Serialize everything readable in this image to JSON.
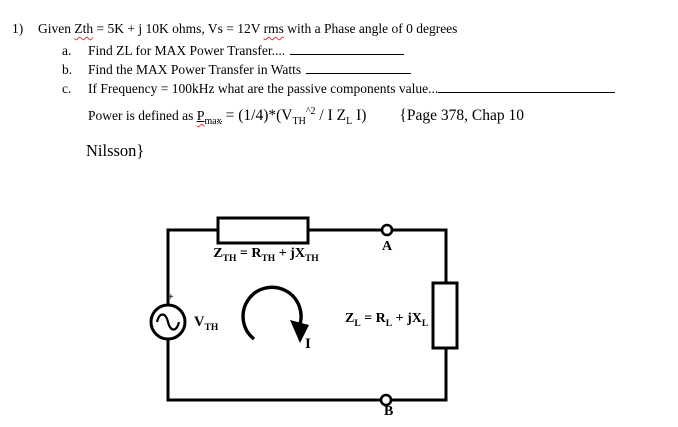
{
  "page": {
    "background": "#ffffff",
    "text_color": "#000000",
    "squiggle_color": "#ee3333"
  },
  "problem": {
    "number": "1)",
    "given": {
      "pre": "Given ",
      "zth_misspelled": "Zth",
      "mid": " = 5K + j 10K ohms, Vs = 12V ",
      "rms_misspelled": "rms",
      "post": " with a Phase angle of 0 degrees"
    },
    "items": [
      {
        "letter": "a.",
        "text": "Find ZL for MAX Power Transfer...."
      },
      {
        "letter": "b.",
        "text": "Find the MAX Power Transfer in Watts"
      },
      {
        "letter": "c.",
        "text": "If Frequency = 100kHz what are the passive components value..."
      }
    ],
    "formula": {
      "lead": "Power is defined as ",
      "pmax_base": "P",
      "pmax_sub": "max",
      "eq1": " = (1/4)*(V",
      "vth_sub": "TH",
      "power_sup": "^2",
      "eq2": " / I Z",
      "zl_sub": "L",
      "eq3": " I)",
      "reference": "{Page 378, Chap 10",
      "reference2": "Nilsson}"
    }
  },
  "circuit": {
    "zth_label": {
      "z": "Z",
      "z_sub": "TH",
      "eq": " = R",
      "r_sub": "TH",
      "plus": " + jX",
      "x_sub": "TH"
    },
    "vth_label": {
      "v": "V",
      "v_sub": "TH"
    },
    "zl_label": {
      "z": "Z",
      "z_sub": "L",
      "eq": " = R",
      "r_sub": "L",
      "plus": " + jX",
      "x_sub": "L"
    },
    "terminal_a": "A",
    "terminal_b": "B",
    "current_label": "I",
    "source_plus": "+"
  }
}
